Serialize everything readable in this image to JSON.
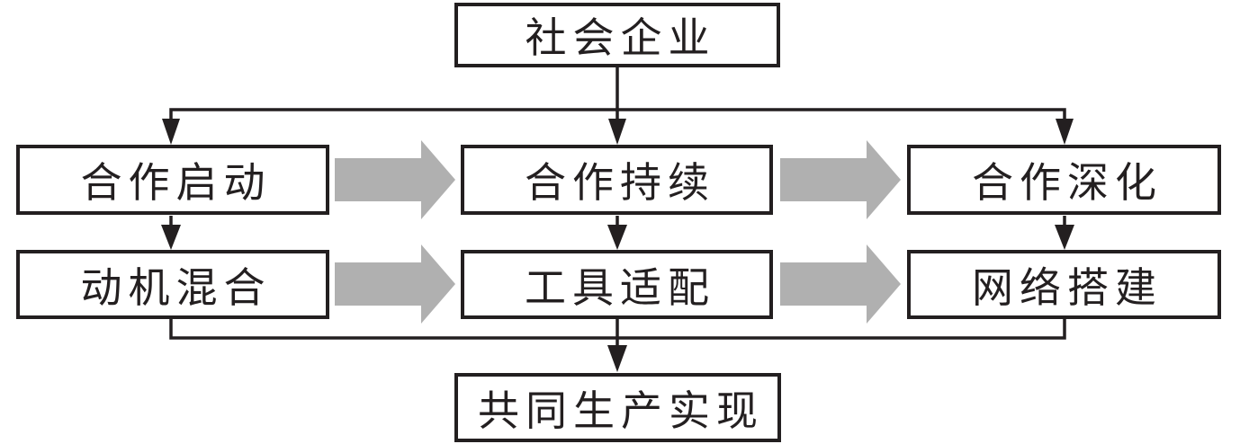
{
  "diagram": {
    "type": "flowchart",
    "nodes": {
      "top": "社会企业",
      "row1": [
        "合作启动",
        "合作持续",
        "合作深化"
      ],
      "row2": [
        "动机混合",
        "工具适配",
        "网络搭建"
      ],
      "bottom": "共同生产实现"
    },
    "colors": {
      "line": "#231f20",
      "box_border": "#231f20",
      "text": "#231f20",
      "block_arrow": "#b0b0b0",
      "background": "#ffffff"
    }
  }
}
